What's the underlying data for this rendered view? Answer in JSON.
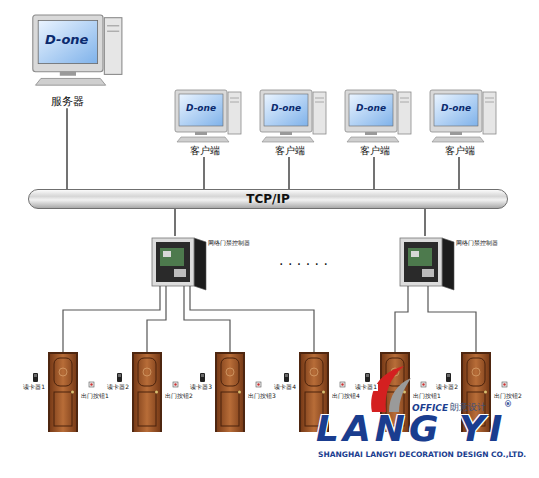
{
  "diagram": {
    "nodes": [
      {
        "text": [
          "服务器"
        ]
      },
      {
        "text": [
          "客户端"
        ]
      },
      {
        "text": [
          "客户端"
        ]
      },
      {
        "text": [
          "客户端"
        ]
      },
      {
        "text": [
          "客户端"
        ]
      },
      {
        "text": [
          "TCP/IP"
        ]
      },
      {
        "text": [
          "网络门禁控制器"
        ]
      },
      {
        "text": [
          "网络门禁控制器"
        ]
      }
    ],
    "edges": [
      {
        "from": 0,
        "to": 5,
        "arrow": "none"
      },
      {
        "from": 1,
        "to": 5,
        "arrow": "none"
      },
      {
        "from": 2,
        "to": 5,
        "arrow": "none"
      },
      {
        "from": 3,
        "to": 5,
        "arrow": "none"
      },
      {
        "from": 4,
        "to": 5,
        "arrow": "none"
      },
      {
        "from": 5,
        "to": 6,
        "arrow": "none"
      },
      {
        "from": 5,
        "to": 7,
        "arrow": "none"
      }
    ],
    "labels": [
      "D-one",
      "D-one",
      "D-one",
      "D-one",
      "D-one",
      "· · · · · ·",
      "读卡器1",
      "出门按钮1",
      "读卡器2",
      "出门按钮2",
      "读卡器3",
      "出门按钮3",
      "读卡器4",
      "出门按钮4",
      "读卡器1",
      "出门按钮1",
      "读卡器2",
      "出门按钮2",
      "OFFICE",
      "朗意设计",
      "®",
      "LANG YI",
      "SHANGHAI LANGYI DECORATION DESIGN CO.,LTD."
    ]
  }
}
